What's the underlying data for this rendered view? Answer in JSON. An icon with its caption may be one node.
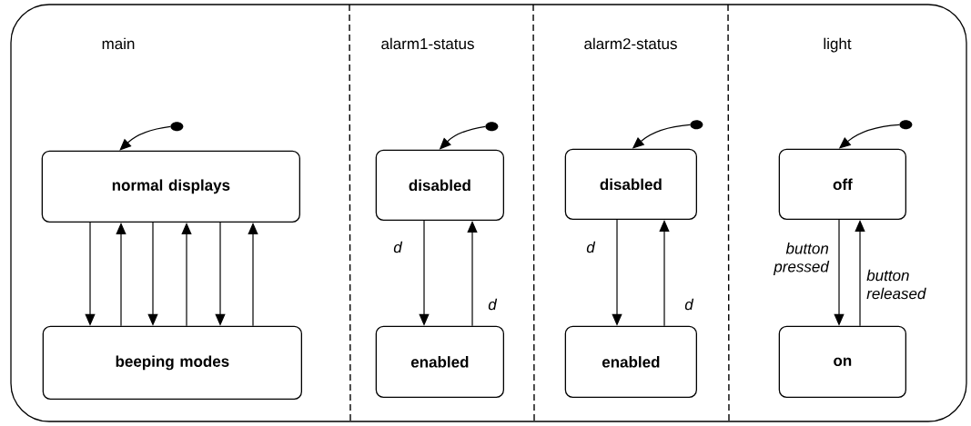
{
  "diagram": {
    "nodes": [
      {
        "text": [],
        "shape": "box"
      },
      {
        "text": [
          "normal displays"
        ],
        "in": 0
      },
      {
        "text": [
          "beeping modes"
        ],
        "in": 0
      },
      {
        "text": [
          "disabled"
        ],
        "in": 0
      },
      {
        "text": [
          "enabled"
        ],
        "in": 0
      },
      {
        "text": [
          "disabled"
        ],
        "in": 0
      },
      {
        "text": [
          "enabled"
        ],
        "in": 0
      },
      {
        "text": [
          "off"
        ],
        "in": 0
      },
      {
        "text": [
          "on"
        ],
        "in": 0
      },
      {
        "text": [],
        "shape": "circle",
        "in": 0
      },
      {
        "text": [],
        "shape": "circle",
        "in": 0
      },
      {
        "text": [],
        "shape": "circle",
        "in": 0
      },
      {
        "text": [],
        "shape": "circle",
        "in": 0
      }
    ],
    "edges": [
      {
        "from": 1,
        "to": 2,
        "arrow": "to"
      },
      {
        "from": 2,
        "to": 1,
        "arrow": "to"
      },
      {
        "from": 1,
        "to": 2,
        "arrow": "to"
      },
      {
        "from": 2,
        "to": 1,
        "arrow": "to"
      },
      {
        "from": 1,
        "to": 2,
        "arrow": "to"
      },
      {
        "from": 2,
        "to": 1,
        "arrow": "to"
      },
      {
        "from": 3,
        "to": 4,
        "arrow": "to",
        "label": "d"
      },
      {
        "from": 4,
        "to": 3,
        "arrow": "to",
        "label": "d"
      },
      {
        "from": 5,
        "to": 6,
        "arrow": "to",
        "label": "d"
      },
      {
        "from": 6,
        "to": 5,
        "arrow": "to",
        "label": "d"
      },
      {
        "from": 7,
        "to": 8,
        "arrow": "to",
        "label": "button pressed"
      },
      {
        "from": 8,
        "to": 7,
        "arrow": "to",
        "label": "button released"
      },
      {
        "from": 9,
        "to": 1,
        "arrow": "to"
      },
      {
        "from": 10,
        "to": 3,
        "arrow": "to"
      },
      {
        "from": 11,
        "to": 5,
        "arrow": "to"
      },
      {
        "from": 12,
        "to": 7,
        "arrow": "to"
      }
    ],
    "labels": [
      "main",
      "alarm1-status",
      "alarm2-status",
      "light"
    ]
  }
}
